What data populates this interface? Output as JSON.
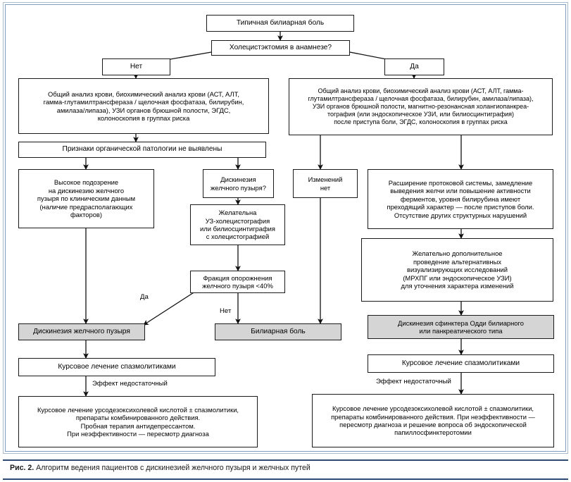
{
  "figure": {
    "number_label": "Рис. 2.",
    "caption": "Алгоритм ведения пациентов с дискинезией желчного пузыря и желчных путей"
  },
  "chart_data": {
    "type": "flowchart",
    "title": "Алгоритм ведения пациентов с дискинезией желчного пузыря и желчных путей",
    "nodes": [
      {
        "id": "n1",
        "label": "Типичная билиарная боль",
        "style": "plain"
      },
      {
        "id": "n2",
        "label": "Холецистэктомия в анамнезе?",
        "style": "plain"
      },
      {
        "id": "n3",
        "label": "Нет",
        "style": "plain"
      },
      {
        "id": "n4",
        "label": "Да",
        "style": "plain"
      },
      {
        "id": "n5",
        "label": "Общий анализ крови, биохимический анализ крови (АСТ, АЛТ,\nгамма-глутамилтрансфераза / щелочная фосфатаза, билирубин,\nамилаза/липаза), УЗИ органов брюшной полости, ЭГДС,\nколоноскопия в группах риска",
        "style": "plain"
      },
      {
        "id": "n6",
        "label": "Общий анализ крови, биохимический анализ крови (АСТ, АЛТ, гамма-\nглутамилтрансфераза / щелочная фосфатаза, билирубин, амилаза/липаза),\nУЗИ органов брюшной полости, магнитно-резонансная холангиопанкреа-\nтография (или эндоскопическое УЗИ, или билиосцинтиграфия)\nпосле приступа боли, ЭГДС, колоноскопия в группах риска",
        "style": "plain"
      },
      {
        "id": "n7",
        "label": "Признаки органической патологии не выявлены",
        "style": "plain"
      },
      {
        "id": "n8",
        "label": "Высокое подозрение\nна дискинезию желчного\nпузыря по клиническим данным\n(наличие предрасполагающих\nфакторов)",
        "style": "plain"
      },
      {
        "id": "n9",
        "label": "Дискинезия\nжелчного пузыря?",
        "style": "plain"
      },
      {
        "id": "n10",
        "label": "Изменений\nнет",
        "style": "plain"
      },
      {
        "id": "n11",
        "label": "Расширение протоковой системы, замедление\nвыведения желчи или повышение активности\nферментов, уровня билирубина имеют\nпреходящий характер — после приступов боли.\nОтсутствие других структурных нарушений",
        "style": "plain"
      },
      {
        "id": "n12",
        "label": "Желательна\nУЗ-холецистография\nили билиосцинтиграфия\nс холецистографией",
        "style": "plain"
      },
      {
        "id": "n13",
        "label": "Желательно дополнительное\nпроведение альтернативных\nвизуализирующих исследований\n(МРХПГ или эндоскопическое УЗИ)\nдля уточнения характера изменений",
        "style": "plain"
      },
      {
        "id": "n14",
        "label": "Фракция опорожнения\nжелчного пузыря <40%",
        "style": "plain"
      },
      {
        "id": "n15",
        "label": "Дискинезия сфинктера Одди билиарного\nили панкреатического типа",
        "style": "grey"
      },
      {
        "id": "n16",
        "label": "Дискинезия желчного пузыря",
        "style": "grey"
      },
      {
        "id": "n17",
        "label": "Билиарная боль",
        "style": "grey"
      },
      {
        "id": "n18",
        "label": "Курсовое лечение спазмолитиками",
        "style": "plain"
      },
      {
        "id": "n19",
        "label": "Курсовое лечение спазмолитиками",
        "style": "plain"
      },
      {
        "id": "n20",
        "label": "Курсовое лечение урсодезоксихолевой кислотой ± спазмолитики,\nпрепараты комбинированного действия.\nПробная терапия антидепрессантом.\nПри неэффективности — пересмотр диагноза",
        "style": "plain"
      },
      {
        "id": "n21",
        "label": "Курсовое лечение урсодезоксихолевой кислотой ± спазмолитики,\nпрепараты комбинированного действия. При неэффективности —\nпересмотр диагноза и решение вопроса об эндоскопической\nпапиллосфинктеротомии",
        "style": "plain"
      }
    ],
    "edge_labels": [
      {
        "id": "e1",
        "label": "Да"
      },
      {
        "id": "e2",
        "label": "Нет"
      },
      {
        "id": "e3",
        "label": "Эффект недостаточный"
      },
      {
        "id": "e4",
        "label": "Эффект недостаточный"
      }
    ],
    "edges": [
      {
        "from": "n1",
        "to": "n2",
        "label": ""
      },
      {
        "from": "n2",
        "to": "n3",
        "label": ""
      },
      {
        "from": "n2",
        "to": "n4",
        "label": ""
      },
      {
        "from": "n3",
        "to": "n5",
        "label": ""
      },
      {
        "from": "n4",
        "to": "n6",
        "label": ""
      },
      {
        "from": "n5",
        "to": "n7",
        "label": ""
      },
      {
        "from": "n7",
        "to": "n8",
        "label": ""
      },
      {
        "from": "n7",
        "to": "n9",
        "label": ""
      },
      {
        "from": "n6",
        "to": "n10",
        "label": ""
      },
      {
        "from": "n6",
        "to": "n11",
        "label": ""
      },
      {
        "from": "n9",
        "to": "n12",
        "label": ""
      },
      {
        "from": "n12",
        "to": "n14",
        "label": ""
      },
      {
        "from": "n11",
        "to": "n13",
        "label": ""
      },
      {
        "from": "n13",
        "to": "n15",
        "label": ""
      },
      {
        "from": "n8",
        "to": "n16",
        "label": ""
      },
      {
        "from": "n14",
        "to": "n16",
        "label": "Да"
      },
      {
        "from": "n14",
        "to": "n17",
        "label": "Нет"
      },
      {
        "from": "n10",
        "to": "n17",
        "label": ""
      },
      {
        "from": "n16",
        "to": "n18",
        "label": ""
      },
      {
        "from": "n15",
        "to": "n19",
        "label": ""
      },
      {
        "from": "n18",
        "to": "n20",
        "label": "Эффект недостаточный"
      },
      {
        "from": "n19",
        "to": "n21",
        "label": "Эффект недостаточный"
      }
    ],
    "colors": {
      "box_fill": "#ffffff",
      "box_fill_highlight": "#d5d5d5",
      "box_border": "#1a1a1a",
      "frame_border": "#7d9ec0",
      "caption_rule": "#2c4a72"
    }
  }
}
